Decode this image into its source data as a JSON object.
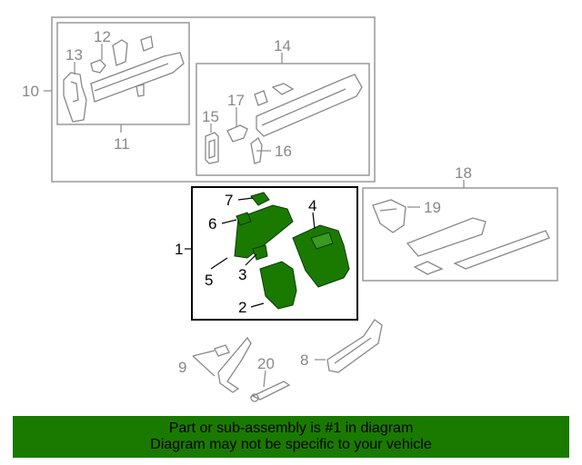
{
  "callouts": {
    "c1": "1",
    "c2": "2",
    "c3": "3",
    "c4": "4",
    "c5": "5",
    "c6": "6",
    "c7": "7",
    "c8": "8",
    "c9": "9",
    "c10": "10",
    "c11": "11",
    "c12": "12",
    "c13": "13",
    "c14": "14",
    "c15": "15",
    "c16": "16",
    "c17": "17",
    "c18": "18",
    "c19": "19",
    "c20": "20"
  },
  "colors": {
    "highlight_fill": "#1a7a00",
    "part_outline": "#888888",
    "banner_bg": "#1a7a00"
  },
  "banner": {
    "line1": "Part or sub-assembly is #1 in diagram",
    "line2": "Diagram may not be specific to your vehicle"
  }
}
